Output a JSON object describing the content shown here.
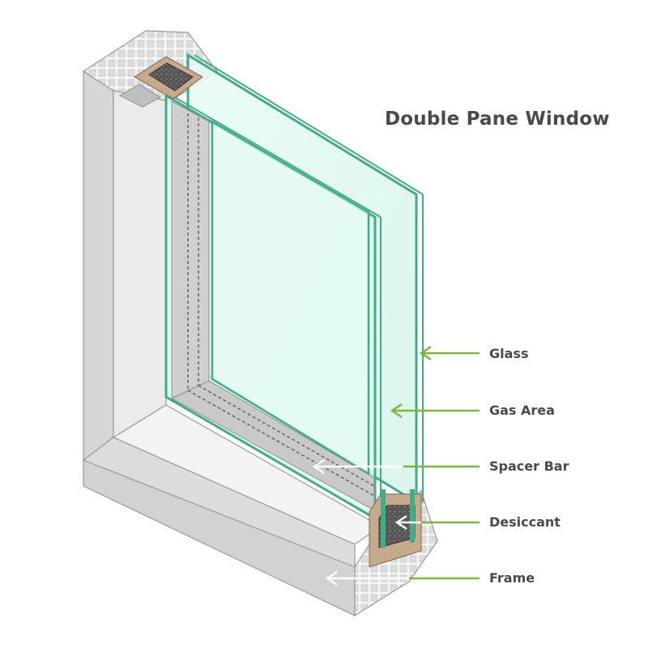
{
  "title": "Double Pane Window",
  "callouts": [
    {
      "id": "glass",
      "label": "Glass"
    },
    {
      "id": "gas-area",
      "label": "Gas Area"
    },
    {
      "id": "spacer-bar",
      "label": "Spacer Bar"
    },
    {
      "id": "desiccant",
      "label": "Desiccant"
    },
    {
      "id": "frame",
      "label": "Frame"
    }
  ],
  "colors": {
    "title_text": "#4a4a4a",
    "label_text": "#4a4a4a",
    "callout_line": "#7ab83a",
    "glass_edge": "#3fae86",
    "glass_fill": "#e4f8f3",
    "frame_face": "#d8d8d8",
    "frame_side": "#eeeeee",
    "desiccant": "#555555",
    "spacer_tan": "#c7a98b"
  }
}
